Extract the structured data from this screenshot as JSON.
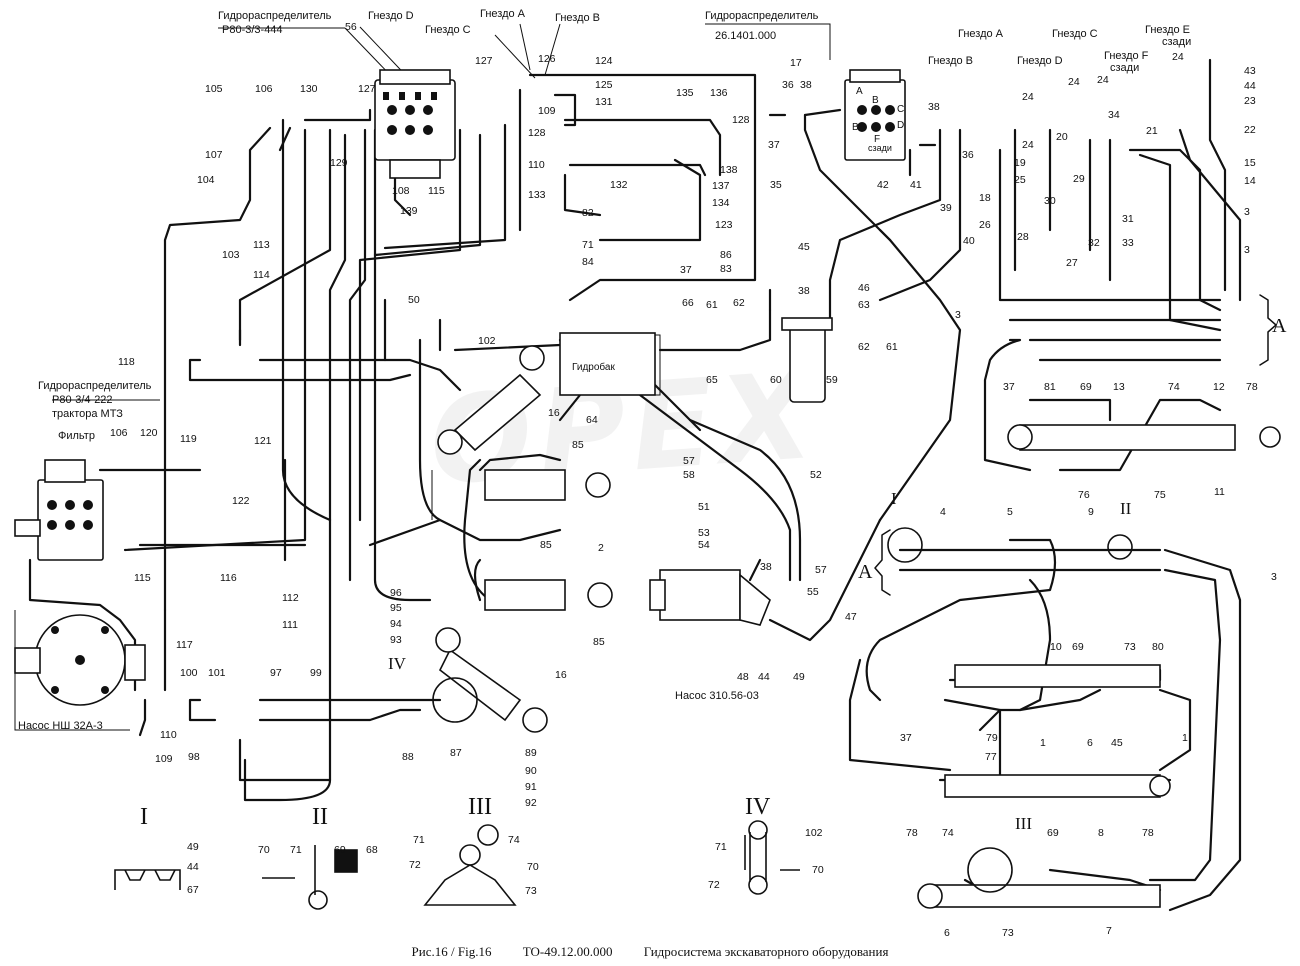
{
  "labels": {
    "distributor_p80_444": "Гидрораспределитель",
    "distributor_p80_444_code": "Р80-3/3-444",
    "distributor_26": "Гидрораспределитель",
    "distributor_26_code": "26.1401.000",
    "distributor_mtz_1": "Гидрораспределитель",
    "distributor_mtz_2": "Р80-3/4-222",
    "distributor_mtz_3": "трактора МТЗ",
    "filter": "Фильтр",
    "pump_nsh": "Насос НШ 32А-3",
    "pump_310": "Насос 310.56-03",
    "tank": "Гидробак",
    "socket_d_top": "Гнездо D",
    "socket_c_top": "Гнездо C",
    "socket_a_top": "Гнездо А",
    "socket_b_top": "Гнездо B",
    "socket_b_right": "Гнездо B",
    "socket_a_right": "Гнездо А",
    "socket_d_right": "Гнездо D",
    "socket_c_right": "Гнездо C",
    "socket_e_1": "Гнездо E",
    "socket_e_2": "сзади",
    "socket_f_1": "Гнездо F",
    "socket_f_2": "сзади",
    "valve_letters": [
      "A",
      "B",
      "C",
      "B",
      "D",
      "F",
      "сзади"
    ]
  },
  "numbers": {
    "n56": "56",
    "n130": "130",
    "n127": "127",
    "n105": "105",
    "n106": "106",
    "n107": "107",
    "n104": "104",
    "n129": "129",
    "n108": "108",
    "n115": "115",
    "n109": "109",
    "n110": "110",
    "n139": "139",
    "n126": "126",
    "n124": "124",
    "n125": "125",
    "n131": "131",
    "n135": "135",
    "n136": "136",
    "n128a": "128",
    "n128b": "128",
    "n138": "138",
    "n132": "132",
    "n133": "133",
    "n137": "137",
    "n134": "134",
    "n82": "82",
    "n71": "71",
    "n84": "84",
    "n86": "86",
    "n37a": "37",
    "n83": "83",
    "n123": "123",
    "n113": "113",
    "n114": "114",
    "n103": "103",
    "n50": "50",
    "n17": "17",
    "n36a": "36",
    "n38a": "38",
    "n37b": "37",
    "n35": "35",
    "n42": "42",
    "n41": "41",
    "n39": "39",
    "n36b": "36",
    "n38b": "38",
    "n45a": "45",
    "n40": "40",
    "n3a": "3",
    "n66": "66",
    "n61a": "61",
    "n62a": "62",
    "n38c": "38",
    "n46": "46",
    "n63": "63",
    "n62b": "62",
    "n61b": "61",
    "n65": "65",
    "n60": "60",
    "n59": "59",
    "n102": "102",
    "n16a": "16",
    "n64": "64",
    "n85a": "85",
    "n57a": "57",
    "n58": "58",
    "n52": "52",
    "n85b": "85",
    "n2": "2",
    "n85c": "85",
    "n51": "51",
    "n53": "53",
    "n54": "54",
    "n38d": "38",
    "n57b": "57",
    "n55": "55",
    "n48": "48",
    "n44a": "44",
    "n49a": "49",
    "n47": "47",
    "n3b": "3",
    "n118": "118",
    "n106b": "106",
    "n120": "120",
    "n119": "119",
    "n121": "121",
    "n122": "122",
    "n115b": "115",
    "n116": "116",
    "n117": "117",
    "n110b": "110",
    "n109b": "109",
    "n112": "112",
    "n111": "111",
    "n96": "96",
    "n95": "95",
    "n94": "94",
    "n93": "93",
    "n16b": "16",
    "n100": "100",
    "n101": "101",
    "n97": "97",
    "n99": "99",
    "n98": "98",
    "n88": "88",
    "n87": "87",
    "n89": "89",
    "n90": "90",
    "n91": "91",
    "n92": "92",
    "n24a": "24",
    "n19": "19",
    "n25": "25",
    "n18": "18",
    "n26": "26",
    "n28": "28",
    "n24b": "24",
    "n20": "20",
    "n29": "29",
    "n30": "30",
    "n27": "27",
    "n24c": "24",
    "n34": "34",
    "n31": "31",
    "n32": "32",
    "n33": "33",
    "n24d": "24",
    "n21": "21",
    "n24e": "24",
    "n43": "43",
    "n44b": "44",
    "n23": "23",
    "n22": "22",
    "n15": "15",
    "n14": "14",
    "n3c": "3",
    "n3d": "3",
    "n37c": "37",
    "n81": "81",
    "n69a": "69",
    "n13": "13",
    "n74a": "74",
    "n12": "12",
    "n78a": "78",
    "n76": "76",
    "n75": "75",
    "n11": "11",
    "n4": "4",
    "n5": "5",
    "n9": "9",
    "n3e": "3",
    "n10": "10",
    "n69b": "69",
    "n73a": "73",
    "n80": "80",
    "n79": "79",
    "n1a": "1",
    "n6a": "6",
    "n45b": "45",
    "n1b": "1",
    "n37d": "37",
    "n77": "77",
    "n78b": "78",
    "n74b": "74",
    "n69c": "69",
    "n8": "8",
    "n78c": "78",
    "n6b": "6",
    "n73b": "73",
    "n7": "7",
    "d_i_49": "49",
    "d_i_44": "44",
    "d_i_67": "67",
    "d_ii_70": "70",
    "d_ii_71": "71",
    "d_ii_69": "69",
    "d_ii_68": "68",
    "d_iii_71": "71",
    "d_iii_74": "74",
    "d_iii_72": "72",
    "d_iii_70": "70",
    "d_iii_73": "73",
    "d_iv_71": "71",
    "d_iv_102": "102",
    "d_iv_72": "72",
    "d_iv_70": "70"
  },
  "romans": {
    "I_main": "I",
    "II_main": "II",
    "III_main": "III",
    "IV_main": "IV",
    "I_detail": "I",
    "II_detail": "II",
    "III_detail": "III",
    "IV_detail": "IV",
    "A_left": "A",
    "A_right": "A"
  },
  "caption": {
    "fig": "Рис.16 / Fig.16",
    "code": "ТО-49.12.00.000",
    "title": "Гидросистема экскаваторного оборудования"
  },
  "watermark": "OPEX"
}
